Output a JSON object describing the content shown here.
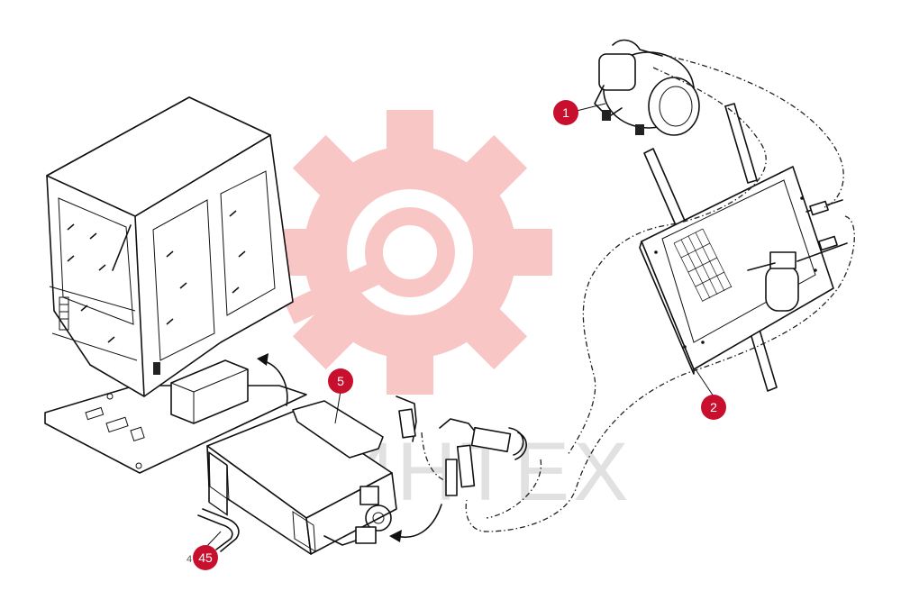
{
  "watermark": {
    "text": "ИНТЕХ",
    "color": "#f7a7a7"
  },
  "callouts": [
    {
      "label": "1",
      "color": "#c8102e"
    },
    {
      "label": "2",
      "color": "#c8102e"
    },
    {
      "label": "5",
      "color": "#c8102e"
    },
    {
      "label": "45",
      "color": "#c8102e"
    }
  ],
  "small_text": "4"
}
